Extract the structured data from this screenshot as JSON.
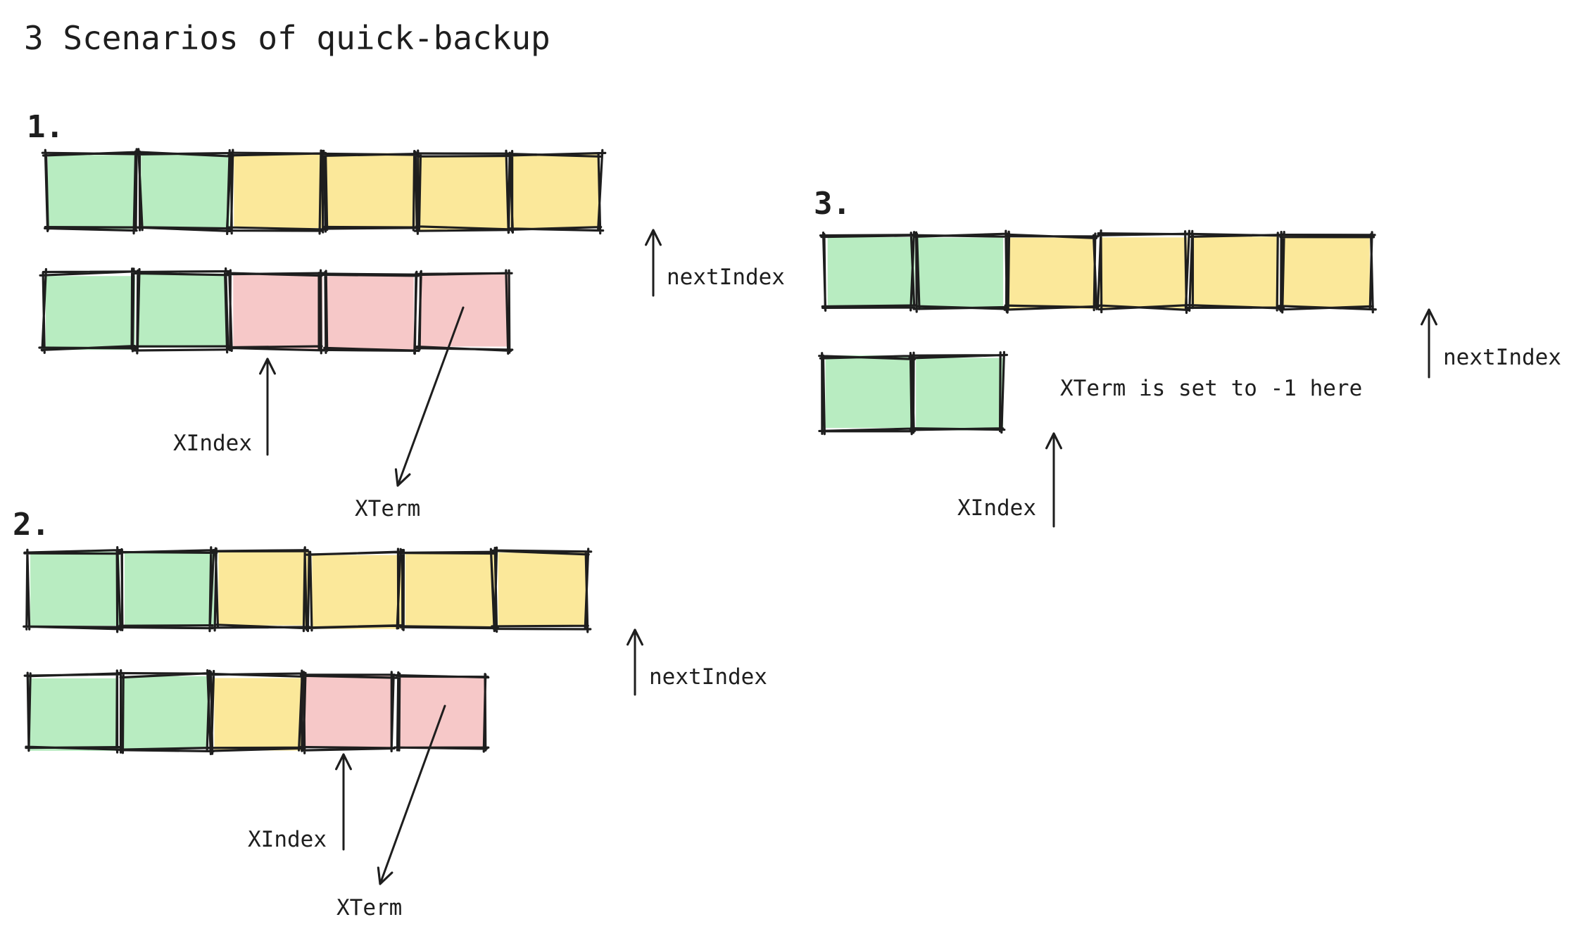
{
  "title": "3 Scenarios of quick-backup",
  "colors": {
    "green": "#b8ecc1",
    "yellow": "#fbe89a",
    "red": "#f6c8c8",
    "ink": "#1e1e1e"
  },
  "scenarios": [
    {
      "number": "1.",
      "leader_log": [
        "green",
        "green",
        "yellow",
        "yellow",
        "yellow",
        "yellow"
      ],
      "follower_log": [
        "green",
        "green",
        "red",
        "red",
        "red"
      ],
      "labels": {
        "next_index": "nextIndex",
        "x_index": "XIndex",
        "x_term": "XTerm"
      }
    },
    {
      "number": "2.",
      "leader_log": [
        "green",
        "green",
        "yellow",
        "yellow",
        "yellow",
        "yellow"
      ],
      "follower_log": [
        "green",
        "green",
        "yellow",
        "red",
        "red"
      ],
      "labels": {
        "next_index": "nextIndex",
        "x_index": "XIndex",
        "x_term": "XTerm"
      }
    },
    {
      "number": "3.",
      "leader_log": [
        "green",
        "green",
        "yellow",
        "yellow",
        "yellow",
        "yellow"
      ],
      "follower_log": [
        "green",
        "green"
      ],
      "labels": {
        "next_index": "nextIndex",
        "x_index": "XIndex",
        "note": "XTerm is set to -1 here"
      }
    }
  ]
}
